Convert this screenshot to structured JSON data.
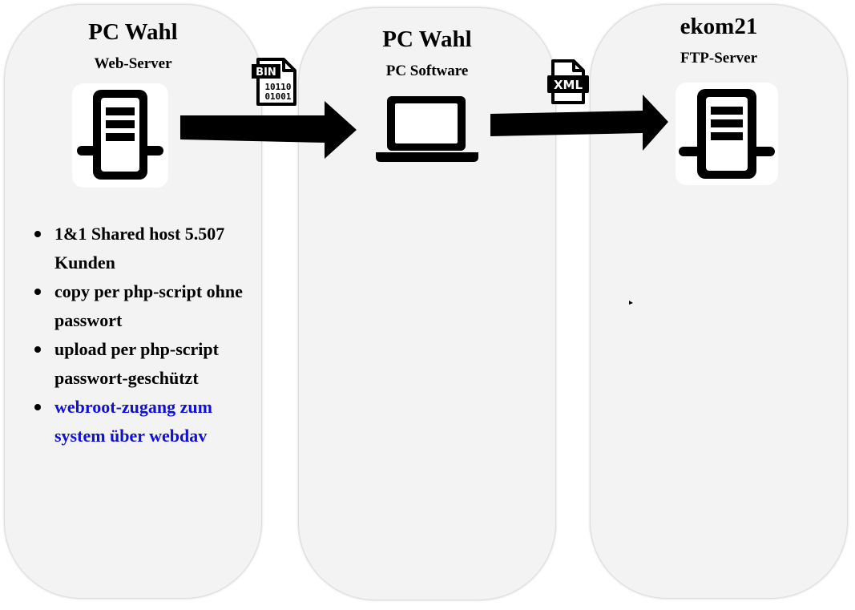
{
  "columns": [
    {
      "title": "PC Wahl",
      "subtitle": "Web-Server"
    },
    {
      "title": "PC Wahl",
      "subtitle": "PC Software"
    },
    {
      "title": "ekom21",
      "subtitle": "FTP-Server"
    }
  ],
  "bullets": [
    "1&1 Shared host 5.507 Kunden",
    "copy per php-script ohne passwort",
    "upload per php-script passwort-geschützt",
    "webroot-zugang zum system über webdav"
  ],
  "file_icons": {
    "bin": {
      "label": "BIN",
      "line1": "10110",
      "line2": "01001"
    },
    "xml": {
      "label": "XML"
    }
  },
  "icons": {
    "left": "server-icon",
    "middle": "laptop-icon",
    "right": "server-icon"
  },
  "colors": {
    "panel": "#f3f3f3",
    "link": "#1010d8"
  }
}
